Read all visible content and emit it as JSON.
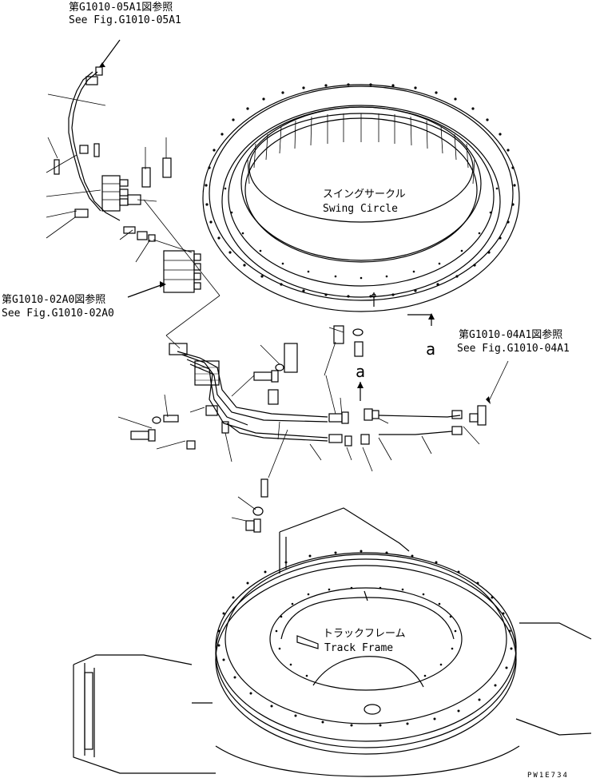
{
  "refs": {
    "top_left": {
      "jp": "第G1010-05A1図参照",
      "en": "See Fig.G1010-05A1"
    },
    "mid_left": {
      "jp": "第G1010-02A0図参照",
      "en": "See Fig.G1010-02A0"
    },
    "right": {
      "jp": "第G1010-04A1図参照",
      "en": "See Fig.G1010-04A1"
    }
  },
  "parts": {
    "swing_circle": {
      "jp": "スイングサークル",
      "en": "Swing Circle"
    },
    "track_frame": {
      "jp": "トラックフレーム",
      "en": "Track Frame"
    }
  },
  "markers": {
    "a_upper": "a",
    "a_lower": "a"
  },
  "figure_code": "PW1E734"
}
